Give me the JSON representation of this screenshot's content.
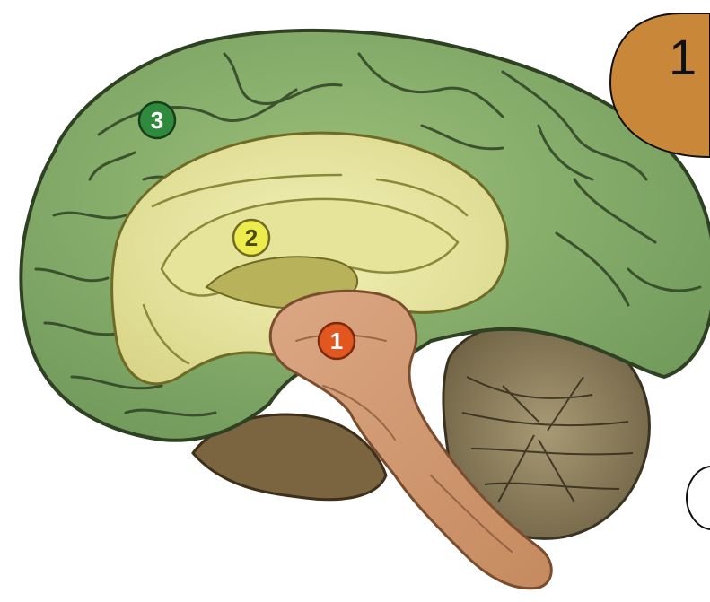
{
  "colors": {
    "cortex": "#7fa862",
    "cortex_dark": "#3e5a2e",
    "limbic": "#e9e6a0",
    "limbic_dark": "#8a8a3a",
    "brainstem": "#d19b73",
    "brainstem_dark": "#8a5a39",
    "cerebellum": "#8c7e5c",
    "cerebellum_dark": "#3b3322",
    "callout_fill": "#c9873a",
    "marker_red": "#e2561f",
    "marker_yellow": "#eeec4c",
    "marker_green": "#2f8a3e"
  },
  "markers": {
    "brainstem": "1",
    "limbic": "2",
    "cortex": "3"
  },
  "callout": {
    "label": "1"
  }
}
